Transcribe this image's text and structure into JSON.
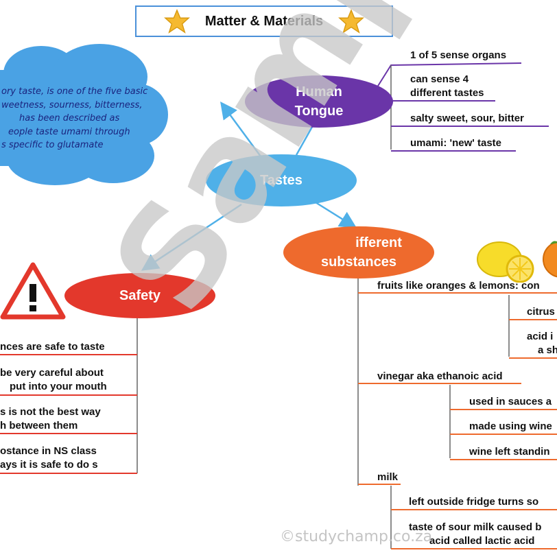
{
  "title": "Matter & Materials",
  "cloud": {
    "lines": [
      "ory taste, is one of the five basic",
      "weetness, sourness, bitterness,",
      "has been described as",
      "eople taste umami through",
      "s specific to glutamate"
    ]
  },
  "nodes": {
    "tastes": "Tastes",
    "tongue": [
      "Human",
      "Tongue"
    ],
    "different": [
      "ifferent",
      "substances"
    ],
    "safety": "Safety"
  },
  "tongue_leaves": [
    [
      "1 of 5 sense organs"
    ],
    [
      "can sense 4",
      "different tastes"
    ],
    [
      "salty sweet, sour, bitter"
    ],
    [
      "umami: 'new' taste"
    ]
  ],
  "safety_leaves": [
    [
      "nces are safe to taste"
    ],
    [
      "be very careful about",
      "put into your mouth"
    ],
    [
      "s is not the best way",
      "h between them"
    ],
    [
      "ostance in NS class",
      "ays it is safe to do s"
    ]
  ],
  "substances": {
    "fruits": "fruits like oranges & lemons: con",
    "fruit_children": [
      [
        "citrus"
      ],
      [
        "acid i",
        "a sh"
      ]
    ],
    "vinegar": "vinegar aka ethanoic acid",
    "vinegar_children": [
      [
        "used in sauces a"
      ],
      [
        "made using wine"
      ],
      [
        "wine left standin"
      ]
    ],
    "milk": "milk",
    "milk_children": [
      [
        "left outside fridge turns so"
      ],
      [
        "taste of sour milk caused b",
        "acid called lactic acid"
      ]
    ]
  },
  "colors": {
    "blue": "#4fb0e8",
    "purple": "#6a35a8",
    "orange": "#ee6a2d",
    "red": "#e3382c",
    "title_border": "#4a90d9",
    "cloud": "#4aa2e4"
  },
  "icons": [
    "star-icon",
    "warning-icon",
    "lemon-icon",
    "orange-icon"
  ],
  "watermark": "Sample",
  "copyright": "©studychamp.co.za"
}
